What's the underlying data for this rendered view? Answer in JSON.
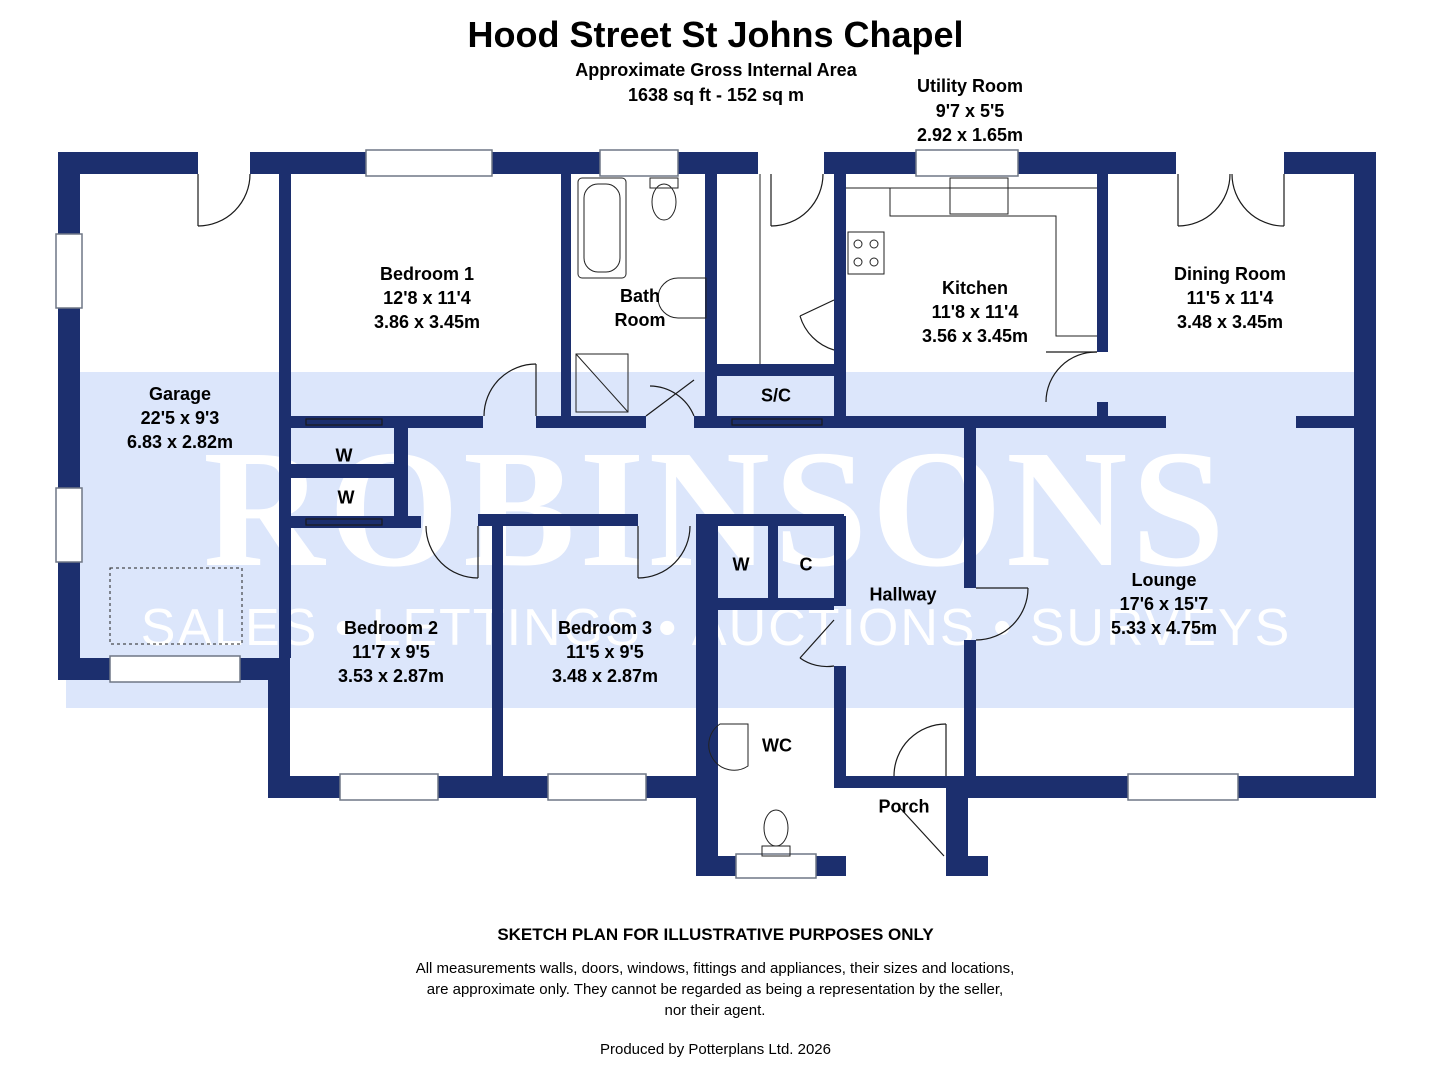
{
  "title": "Hood Street St Johns Chapel",
  "area": {
    "line1": "Approximate Gross Internal Area",
    "line2": "1638 sq ft - 152 sq m"
  },
  "rooms": {
    "utility": {
      "name": "Utility Room",
      "imperial": "9'7 x 5'5",
      "metric": "2.92 x 1.65m"
    },
    "bedroom1": {
      "name": "Bedroom 1",
      "imperial": "12'8 x 11'4",
      "metric": "3.86 x 3.45m"
    },
    "bathroom": {
      "line1": "Bath",
      "line2": "Room"
    },
    "kitchen": {
      "name": "Kitchen",
      "imperial": "11'8 x 11'4",
      "metric": "3.56 x 3.45m"
    },
    "dining": {
      "name": "Dining Room",
      "imperial": "11'5 x 11'4",
      "metric": "3.48 x 3.45m"
    },
    "garage": {
      "name": "Garage",
      "imperial": "22'5 x 9'3",
      "metric": "6.83 x 2.82m"
    },
    "bedroom2": {
      "name": "Bedroom 2",
      "imperial": "11'7 x 9'5",
      "metric": "3.53 x 2.87m"
    },
    "bedroom3": {
      "name": "Bedroom 3",
      "imperial": "11'5 x 9'5",
      "metric": "3.48 x 2.87m"
    },
    "lounge": {
      "name": "Lounge",
      "imperial": "17'6 x 15'7",
      "metric": "5.33 x 4.75m"
    },
    "hallway": {
      "name": "Hallway"
    },
    "wc": {
      "name": "WC"
    },
    "porch": {
      "name": "Porch"
    },
    "sc": {
      "name": "S/C"
    },
    "w1": {
      "name": "W"
    },
    "w2": {
      "name": "W"
    },
    "w3": {
      "name": "W"
    },
    "c": {
      "name": "C"
    }
  },
  "watermark": {
    "brand": "ROBINSONS",
    "services": "SALES • LETTINGS • AUCTIONS • SURVEYS"
  },
  "disclaimer": {
    "heading": "SKETCH PLAN FOR ILLUSTRATIVE PURPOSES ONLY",
    "body": "All measurements walls, doors, windows, fittings and appliances, their sizes and locations, are approximate only. They cannot be regarded as being a representation by the seller, nor their agent."
  },
  "produced_by": "Produced by Potterplans Ltd. 2026",
  "colors": {
    "wall": "#1c2f6e",
    "watermark_band": "#dce6fb",
    "watermark_text": "#ffffff"
  }
}
